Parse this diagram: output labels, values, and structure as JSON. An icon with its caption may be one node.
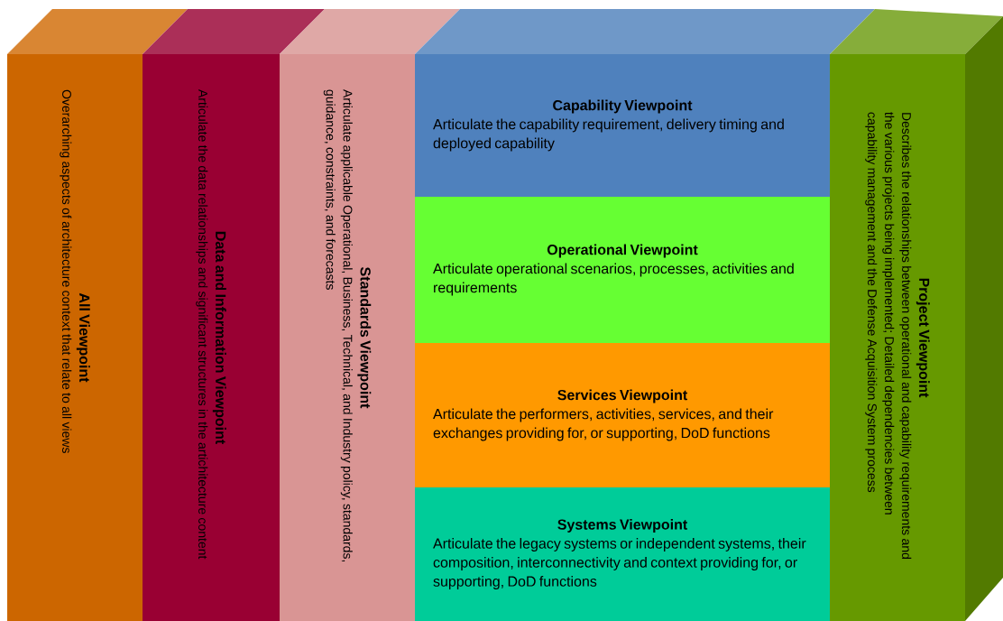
{
  "diagram": {
    "nodes": [
      {
        "text": [
          "All Viewpoint",
          "Overarching aspects of architecture context that relate to all views"
        ]
      },
      {
        "text": [
          "Data and Information Viewpoint",
          "Articulate the data relationships and significant structures in the artichitecture content"
        ]
      },
      {
        "text": [
          "Standards Viewpoint",
          "Articulate applicable Operational, Business, Technical, and Industry policy, standards, guidance, constraints, and forecasts"
        ]
      },
      {
        "text": [
          "Capability Viewpoint",
          "Articulate the capability requirement, delivery timing and deployed capability"
        ]
      },
      {
        "text": [
          "Operational Viewpoint",
          "Articulate operational scenarios, processes, activities and requirements"
        ]
      },
      {
        "text": [
          "Services Viewpoint",
          "Articulate the performers, activities, services, and their exchanges providing for, or supporting, DoD functions"
        ]
      },
      {
        "text": [
          "Systems Viewpoint",
          "Articulate the legacy systems or independent systems, their composition, interconnectivity and context providing for, or supporting, DoD functions"
        ]
      },
      {
        "text": [
          "Project Viewpoint",
          "Describes the relationships between operational and capability requirements and the various projects being implemented; Detailed dependencies between capability management and the Defense Acquisition System process"
        ]
      }
    ]
  }
}
